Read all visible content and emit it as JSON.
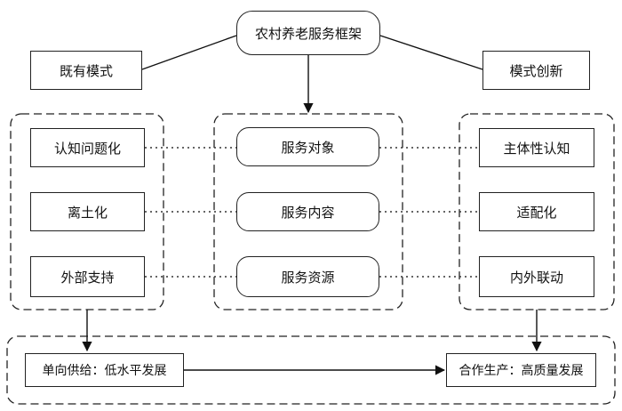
{
  "root": "农村养老服务框架",
  "left_header": "既有模式",
  "right_header": "模式创新",
  "left_items": [
    "认知问题化",
    "离土化",
    "外部支持"
  ],
  "center_items": [
    "服务对象",
    "服务内容",
    "服务资源"
  ],
  "right_items": [
    "主体性认知",
    "适配化",
    "内外联动"
  ],
  "bottom_left": "单向供给：低水平发展",
  "bottom_right": "合作生产：高质量发展"
}
